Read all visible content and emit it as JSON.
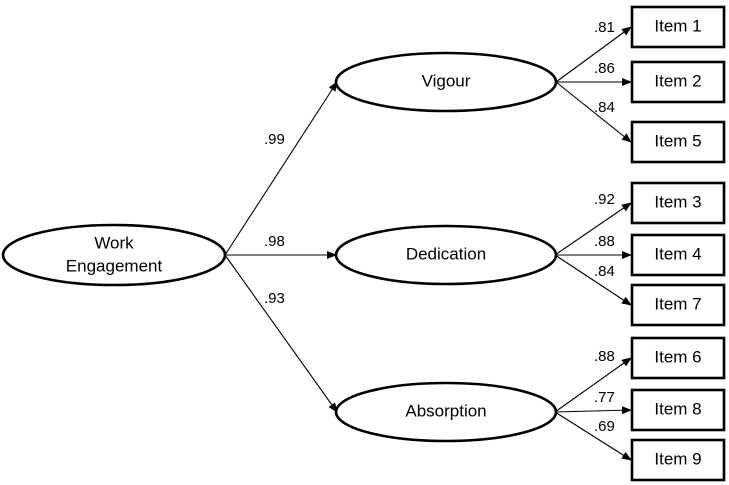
{
  "diagram": {
    "factors": {
      "work_engagement": {
        "line1": "Work",
        "line2": "Engagement"
      },
      "vigour": "Vigour",
      "dedication": "Dedication",
      "absorption": "Absorption"
    },
    "items": [
      "Item 1",
      "Item 2",
      "Item 5",
      "Item 3",
      "Item 4",
      "Item 7",
      "Item 6",
      "Item 8",
      "Item 9"
    ],
    "second_order_loadings": [
      ".99",
      ".98",
      ".93"
    ],
    "item_loadings": [
      ".81",
      ".86",
      ".84",
      ".92",
      ".88",
      ".84",
      ".88",
      ".77",
      ".69"
    ]
  }
}
